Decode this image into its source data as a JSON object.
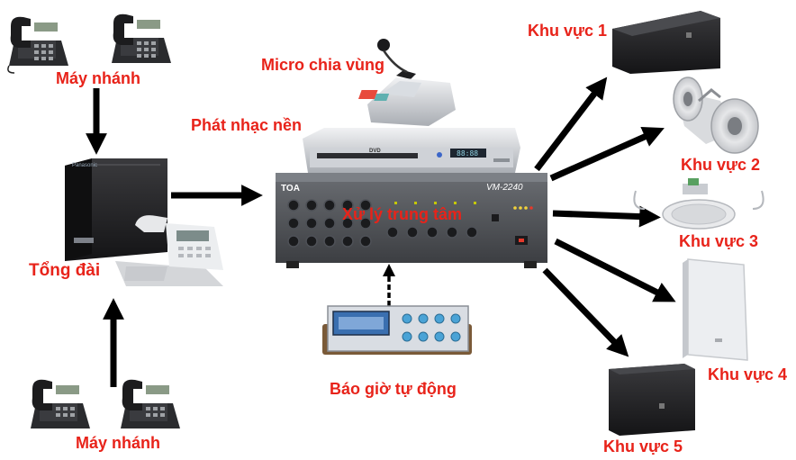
{
  "labels": {
    "extension_top": "Máy nhánh",
    "extension_bottom": "Máy nhánh",
    "pbx": "Tổng đài",
    "zone_mic": "Micro chia vùng",
    "bgm": "Phát nhạc nền",
    "central": "Xử lý trung tâm",
    "auto_bell": "Báo giờ tự động",
    "zone1": "Khu vực 1",
    "zone2": "Khu vực 2",
    "zone3": "Khu vực 3",
    "zone4": "Khu vực 4",
    "zone5": "Khu vực 5"
  },
  "devices": {
    "amp_brand": "TOA",
    "amp_model": "VM-2240",
    "dvd_text": "DVD",
    "dvd_display": "88:88"
  },
  "colors": {
    "label": "#e8231a",
    "arrow": "#000000",
    "device_dark": "#1d1d1f",
    "device_silver": "#c9ccd1"
  },
  "icons": [
    "desk-phone-icon",
    "pbx-cabinet-icon",
    "paging-microphone-icon",
    "dvd-player-icon",
    "mixer-amplifier-icon",
    "program-timer-icon",
    "wall-speaker-icon",
    "horn-speaker-icon",
    "ceiling-speaker-icon",
    "column-speaker-icon",
    "cabinet-speaker-icon"
  ]
}
